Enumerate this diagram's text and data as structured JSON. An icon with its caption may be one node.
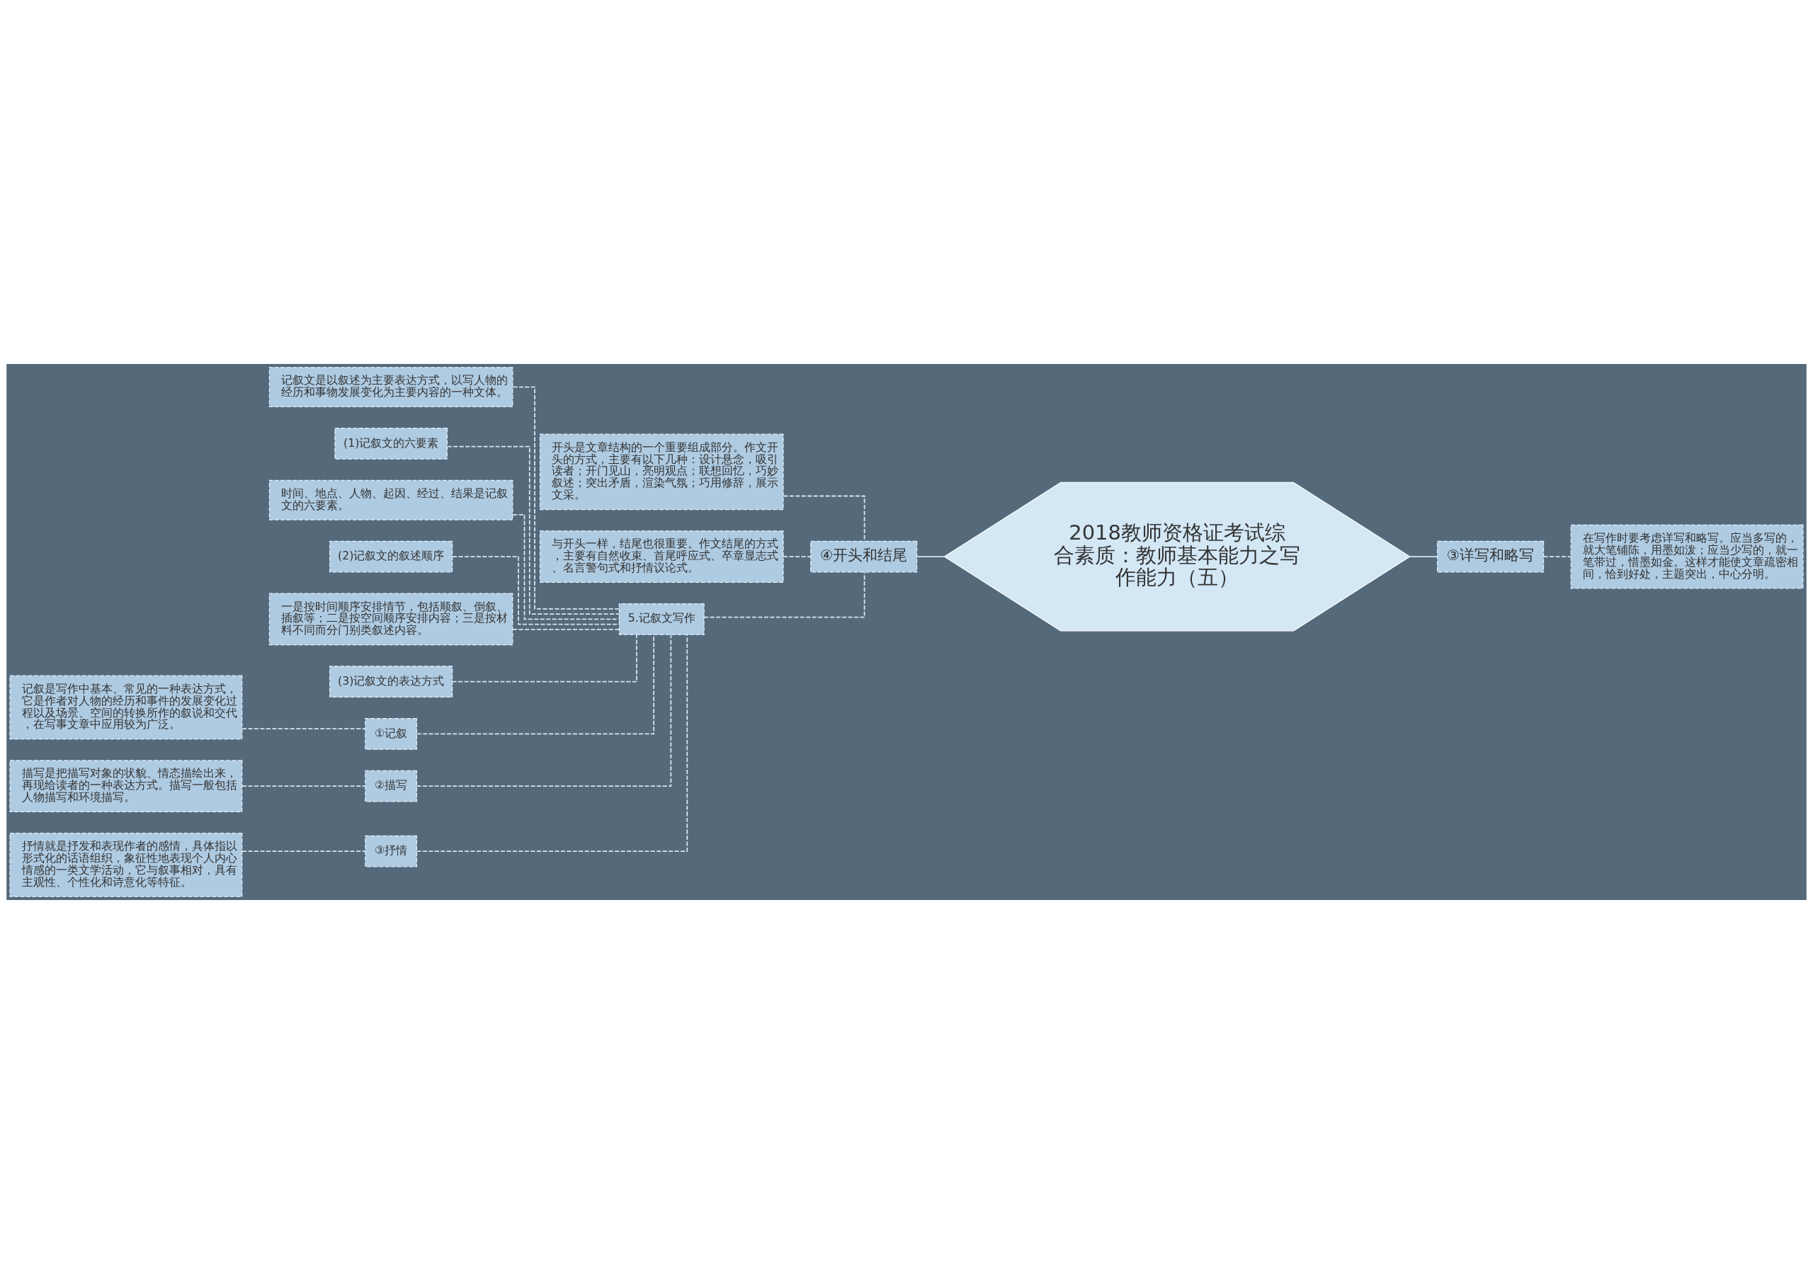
{
  "diagram": {
    "nodes": [
      {
        "text": [
          "2018教师资格证考试综合素质：教师基本能力之写作能力（五）"
        ]
      },
      {
        "text": [
          "④开头和结尾"
        ]
      },
      {
        "text": [
          "开头是文章结构的一个重要组成部分。作文开头的方式，主要有以下几种：设计悬念，吸引读者；开门见山，亮明观点；联想回忆，巧妙叙述；突出矛盾，渲染气氛；巧用修辞，展示文采。"
        ]
      },
      {
        "text": [
          "与开头一样，结尾也很重要。作文结尾的方式，主要有自然收束、首尾呼应式、卒章显志式、名言警句式和抒情议论式。"
        ]
      },
      {
        "text": [
          "5.记叙文写作"
        ]
      },
      {
        "text": [
          "记叙文是以叙述为主要表达方式，以写人物的经历和事物发展变化为主要内容的一种文体。"
        ]
      },
      {
        "text": [
          "(1)记叙文的六要素"
        ]
      },
      {
        "text": [
          "时间、地点、人物、起因、经过、结果是记叙文的六要素。"
        ]
      },
      {
        "text": [
          "(2)记叙文的叙述顺序"
        ]
      },
      {
        "text": [
          "一是按时间顺序安排情节，包括顺叙、倒叙、插叙等；二是按空间顺序安排内容；三是按材料不同而分门别类叙述内容。"
        ]
      },
      {
        "text": [
          "(3)记叙文的表达方式"
        ]
      },
      {
        "text": [
          "①记叙"
        ]
      },
      {
        "text": [
          "记叙是写作中基本、常见的一种表达方式，它是作者对人物的经历和事件的发展变化过程以及场景、空间的转换所作的叙说和交代，在写事文章中应用较为广泛。"
        ]
      },
      {
        "text": [
          "②描写"
        ]
      },
      {
        "text": [
          "描写是把描写对象的状貌、情态描绘出来，再现给读者的一种表达方式。描写一般包括人物描写和环境描写。"
        ]
      },
      {
        "text": [
          "③抒情"
        ]
      },
      {
        "text": [
          "抒情就是抒发和表现作者的感情，具体指以形式化的话语组织，象征性地表现个人内心情感的一类文学活动，它与叙事相对，具有主观性、个性化和诗意化等特征。"
        ]
      },
      {
        "text": [
          "③详写和略写"
        ]
      },
      {
        "text": [
          "在写作时要考虑详写和略写。应当多写的，就大笔铺陈，用墨如泼；应当少写的，就一笔带过，惜墨如金。这样才能使文章疏密相间，恰到好处，主题突出，中心分明。"
        ]
      }
    ],
    "edges": [
      {
        "from": 0,
        "to": 1,
        "arrow": "none"
      },
      {
        "from": 1,
        "to": 2,
        "arrow": "none",
        "style": "dashed"
      },
      {
        "from": 1,
        "to": 3,
        "arrow": "none",
        "style": "dashed"
      },
      {
        "from": 1,
        "to": 4,
        "arrow": "none",
        "style": "dashed"
      },
      {
        "from": 4,
        "to": 5,
        "arrow": "none",
        "style": "dashed"
      },
      {
        "from": 4,
        "to": 6,
        "arrow": "none",
        "style": "dashed"
      },
      {
        "from": 4,
        "to": 7,
        "arrow": "none",
        "style": "dashed"
      },
      {
        "from": 4,
        "to": 8,
        "arrow": "none",
        "style": "dashed"
      },
      {
        "from": 4,
        "to": 9,
        "arrow": "none",
        "style": "dashed"
      },
      {
        "from": 4,
        "to": 10,
        "arrow": "none",
        "style": "dashed"
      },
      {
        "from": 4,
        "to": 11,
        "arrow": "none",
        "style": "dashed"
      },
      {
        "from": 11,
        "to": 12,
        "arrow": "none",
        "style": "dashed"
      },
      {
        "from": 4,
        "to": 13,
        "arrow": "none",
        "style": "dashed"
      },
      {
        "from": 13,
        "to": 14,
        "arrow": "none",
        "style": "dashed"
      },
      {
        "from": 4,
        "to": 15,
        "arrow": "none",
        "style": "dashed"
      },
      {
        "from": 15,
        "to": 16,
        "arrow": "none",
        "style": "dashed"
      },
      {
        "from": 0,
        "to": 17,
        "arrow": "none"
      },
      {
        "from": 17,
        "to": 18,
        "arrow": "none",
        "style": "dashed"
      }
    ]
  }
}
